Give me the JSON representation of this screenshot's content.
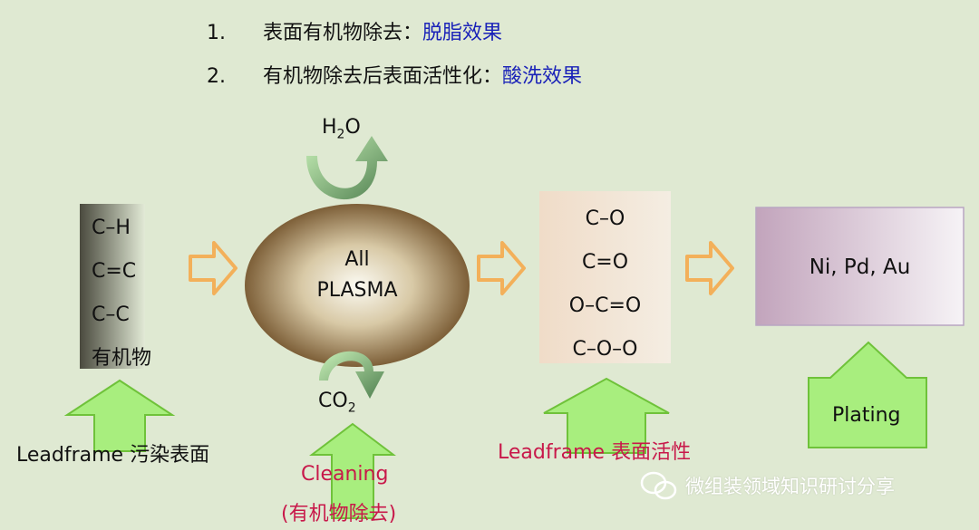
{
  "header": {
    "line1": {
      "num": "1.",
      "text": "表面有机物除去：",
      "highlight": "脱脂效果"
    },
    "line2": {
      "num": "2.",
      "text": "有机物除去后表面活性化：",
      "highlight": "酸洗效果"
    }
  },
  "organic_box": {
    "items": [
      "C–H",
      "C=C",
      "C–C",
      "有机物"
    ]
  },
  "plasma": {
    "line1": "All",
    "line2": "PLASMA"
  },
  "h2o": {
    "main": "H",
    "sub": "2",
    "end": "O"
  },
  "co2": {
    "main": "CO",
    "sub": "2"
  },
  "activated_box": {
    "items": [
      "C–O",
      "C=O",
      "O–C=O",
      "C–O–O"
    ]
  },
  "plating_box": {
    "text": "Ni, Pd, Au"
  },
  "labels": {
    "leadframe_dirty": "Leadframe 污染表面",
    "cleaning": "Cleaning",
    "cleaning_sub": "(有机物除去)",
    "leadframe_active": "Leadframe 表面活性",
    "plating": "Plating"
  },
  "watermark": "微组装领域知识研讨分享",
  "colors": {
    "background": "#dfe9d2",
    "highlight": "#1a22b8",
    "pink_label": "#c8184a",
    "arrow_green": "#a8ee7e",
    "arrow_outline": "#6fc23a",
    "chevron": "#f3b05a"
  }
}
